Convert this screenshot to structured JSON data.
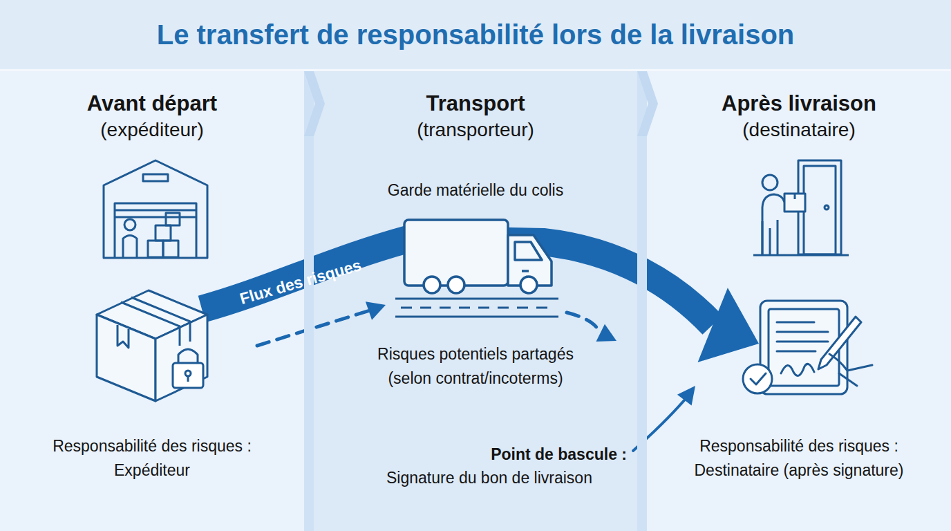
{
  "diagram": {
    "title": "Le transfert de responsabilité lors de la livraison",
    "nodes": [
      {
        "text": [
          "Avant départ",
          "(expéditeur)",
          "Responsabilité des risques : Expéditeur"
        ]
      },
      {
        "text": [
          "Transport",
          "(transporteur)",
          "Garde matérielle du colis",
          "Risques potentiels partagés (selon contrat/incoterms)",
          "Point de bascule :",
          "Signature du bon de livraison"
        ]
      },
      {
        "text": [
          "Après livraison",
          "(destinataire)",
          "Responsabilité des risques : Destinataire (après signature)"
        ]
      }
    ],
    "edges": [
      {
        "from": 0,
        "to": 2,
        "label": "Flux des risques",
        "arrow": "to"
      },
      {
        "from": 0,
        "to": 1,
        "arrow": "to"
      },
      {
        "from": 1,
        "to": 2,
        "arrow": "to"
      },
      {
        "from": 1,
        "to": 2,
        "arrow": "to"
      }
    ]
  }
}
